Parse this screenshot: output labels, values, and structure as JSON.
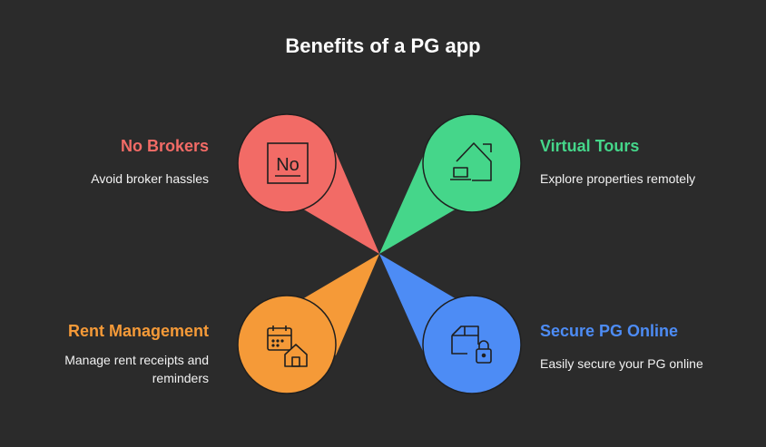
{
  "title": "Benefits of a PG app",
  "benefits": [
    {
      "heading": "No Brokers",
      "description": "Avoid broker hassles",
      "color": "#f26b66",
      "icon": "no-sign-icon",
      "icon_text": "No"
    },
    {
      "heading": "Virtual Tours",
      "description": "Explore properties remotely",
      "color": "#45d68a",
      "icon": "house-laptop-icon"
    },
    {
      "heading": "Rent Management",
      "description": "Manage rent receipts and reminders",
      "color": "#f59a38",
      "icon": "calendar-house-icon"
    },
    {
      "heading": "Secure PG Online",
      "description": "Easily secure your PG online",
      "color": "#4d8cf5",
      "icon": "box-lock-icon"
    }
  ]
}
